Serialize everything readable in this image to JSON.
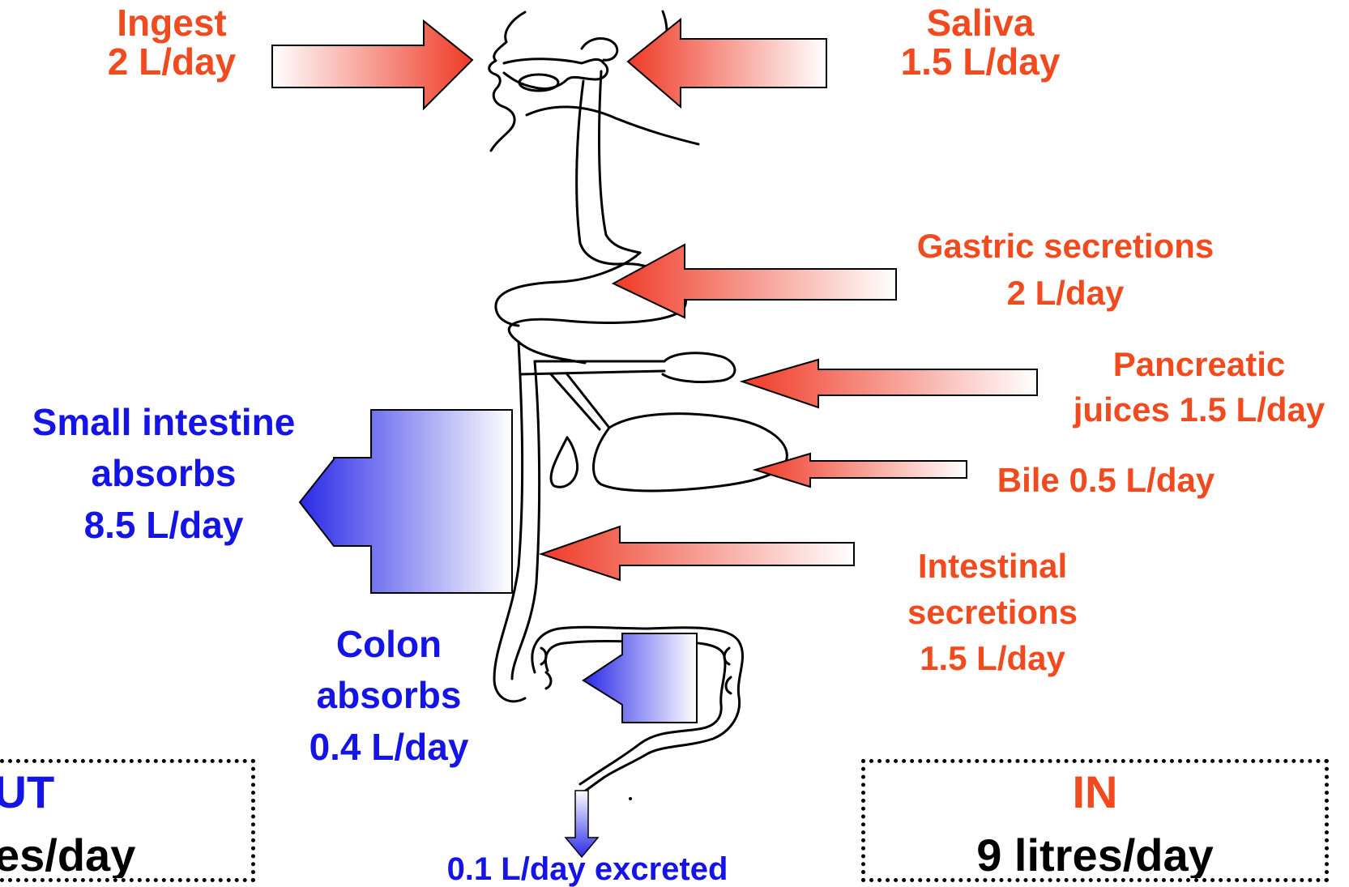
{
  "labels": {
    "ingest": [
      "Ingest",
      "2 L/day"
    ],
    "saliva": [
      "Saliva",
      "1.5 L/day"
    ],
    "gastric": [
      "Gastric secretions",
      "2 L/day"
    ],
    "pancreatic": [
      "Pancreatic",
      "juices 1.5 L/day"
    ],
    "bile": "Bile 0.5 L/day",
    "intestinal": [
      "Intestinal",
      "secretions",
      "1.5 L/day"
    ],
    "small_intestine": [
      "Small intestine",
      "absorbs",
      "8.5 L/day"
    ],
    "colon": [
      "Colon",
      "absorbs",
      "0.4 L/day"
    ],
    "excreted": "0.1 L/day excreted"
  },
  "out_box": {
    "title": "OUT",
    "value": "es/day"
  },
  "in_box": {
    "title": "IN",
    "value": "9 litres/day"
  },
  "colors": {
    "input": "#f04a1e",
    "output": "#1414e6",
    "text": "#000000"
  }
}
